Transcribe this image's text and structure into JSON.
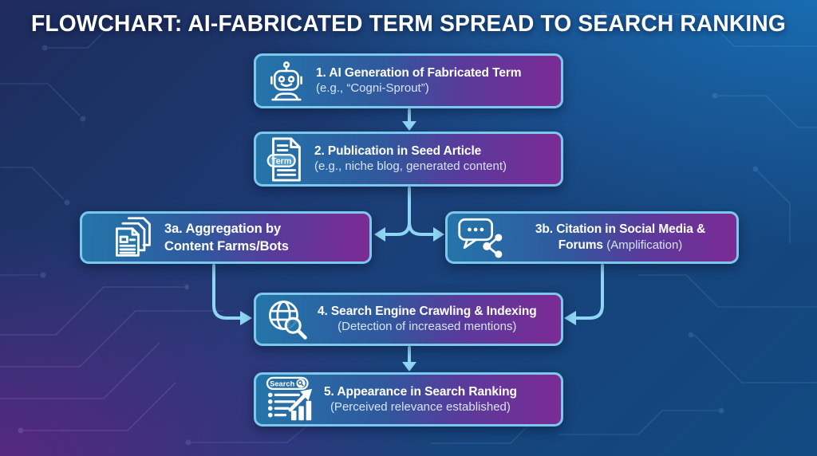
{
  "title": "FLOWCHART: AI-FABRICATED TERM SPREAD TO SEARCH RANKING",
  "nodes": {
    "n1": {
      "icon": "robot-icon",
      "heading": "1. AI Generation of Fabricated Term",
      "sub": "(e.g., “Cogni-Sprout”)"
    },
    "n2": {
      "icon": "seed-article-icon",
      "badge": "Term",
      "heading": "2. Publication in Seed Article",
      "sub": "(e.g., niche blog, generated content)"
    },
    "n3a": {
      "icon": "stacked-documents-icon",
      "heading": "3a. Aggregation by\nContent Farms/Bots"
    },
    "n3b": {
      "icon": "chat-share-icon",
      "heading": "3b. Citation in Social Media & Forums",
      "sub": "(Amplification)"
    },
    "n4": {
      "icon": "globe-magnifier-icon",
      "heading": "4. Search Engine Crawling & Indexing",
      "sub": "(Detection of increased mentions)"
    },
    "n5": {
      "icon": "search-ranking-icon",
      "search_label": "Search",
      "heading": "5. Appearance in Search Ranking",
      "sub": "(Perceived relevance established)"
    }
  },
  "flow": {
    "edges": [
      "1->2",
      "2->3a",
      "2->3b",
      "3a->4",
      "3b->4",
      "4->5"
    ]
  },
  "colors": {
    "background_top_left": "#1e2b5c",
    "background_top_right": "#186eb4",
    "background_bottom_left": "#562880",
    "background_bottom_right": "#114a80",
    "box_border": "#7cc8ea",
    "box_gradient_left": "#2475aa",
    "box_gradient_right": "#7c2b95",
    "arrow": "#8fd6f4",
    "heading_text": "#ffffff",
    "subtitle_text": "#d6e4f4"
  }
}
